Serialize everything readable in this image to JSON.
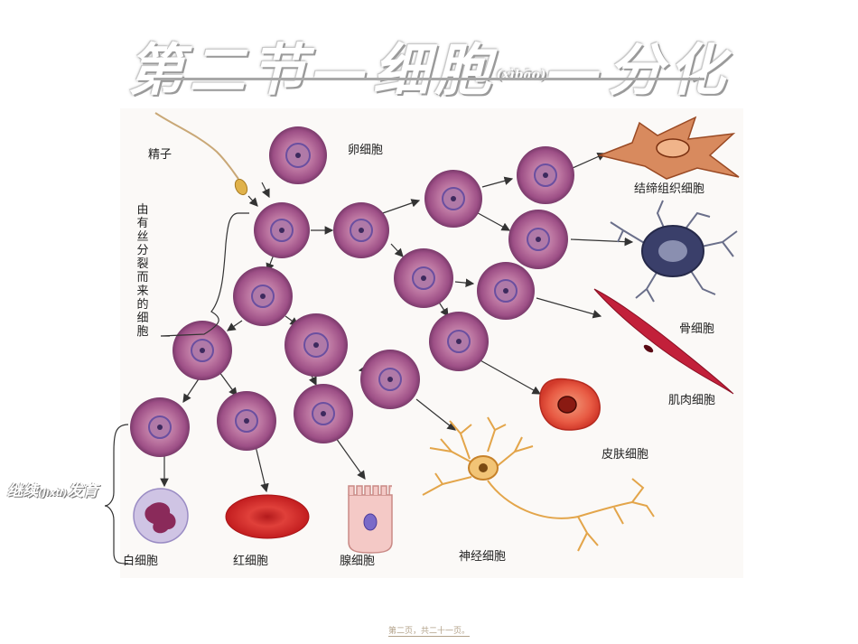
{
  "title": {
    "main_a": "第二节",
    "dash1": "—",
    "main_b": "细胞",
    "small": "(xìbāo)",
    "dash2": "—",
    "main_c": "分化"
  },
  "labels": {
    "sperm": "精子",
    "egg": "卵细胞",
    "connective": "结缔组织细胞",
    "bone": "骨细胞",
    "muscle": "肌肉细胞",
    "skin": "皮肤细胞",
    "nerve": "神经细胞",
    "white_blood": "白细胞",
    "red_blood": "红细胞",
    "gland": "腺细胞",
    "division_note": "由有丝分裂而来的细胞"
  },
  "side_note": {
    "a": "继续",
    "small": "(jìxù)",
    "b": "发育"
  },
  "footer": "第二页，共二十一页。",
  "colors": {
    "cell_outer": "#c98fb0",
    "cell_inner": "#a8578a",
    "nucleus": "#6a4fa0",
    "red_cell": "#d8282a",
    "fiber": "#c2203a",
    "nerve": "#e3a54a"
  }
}
